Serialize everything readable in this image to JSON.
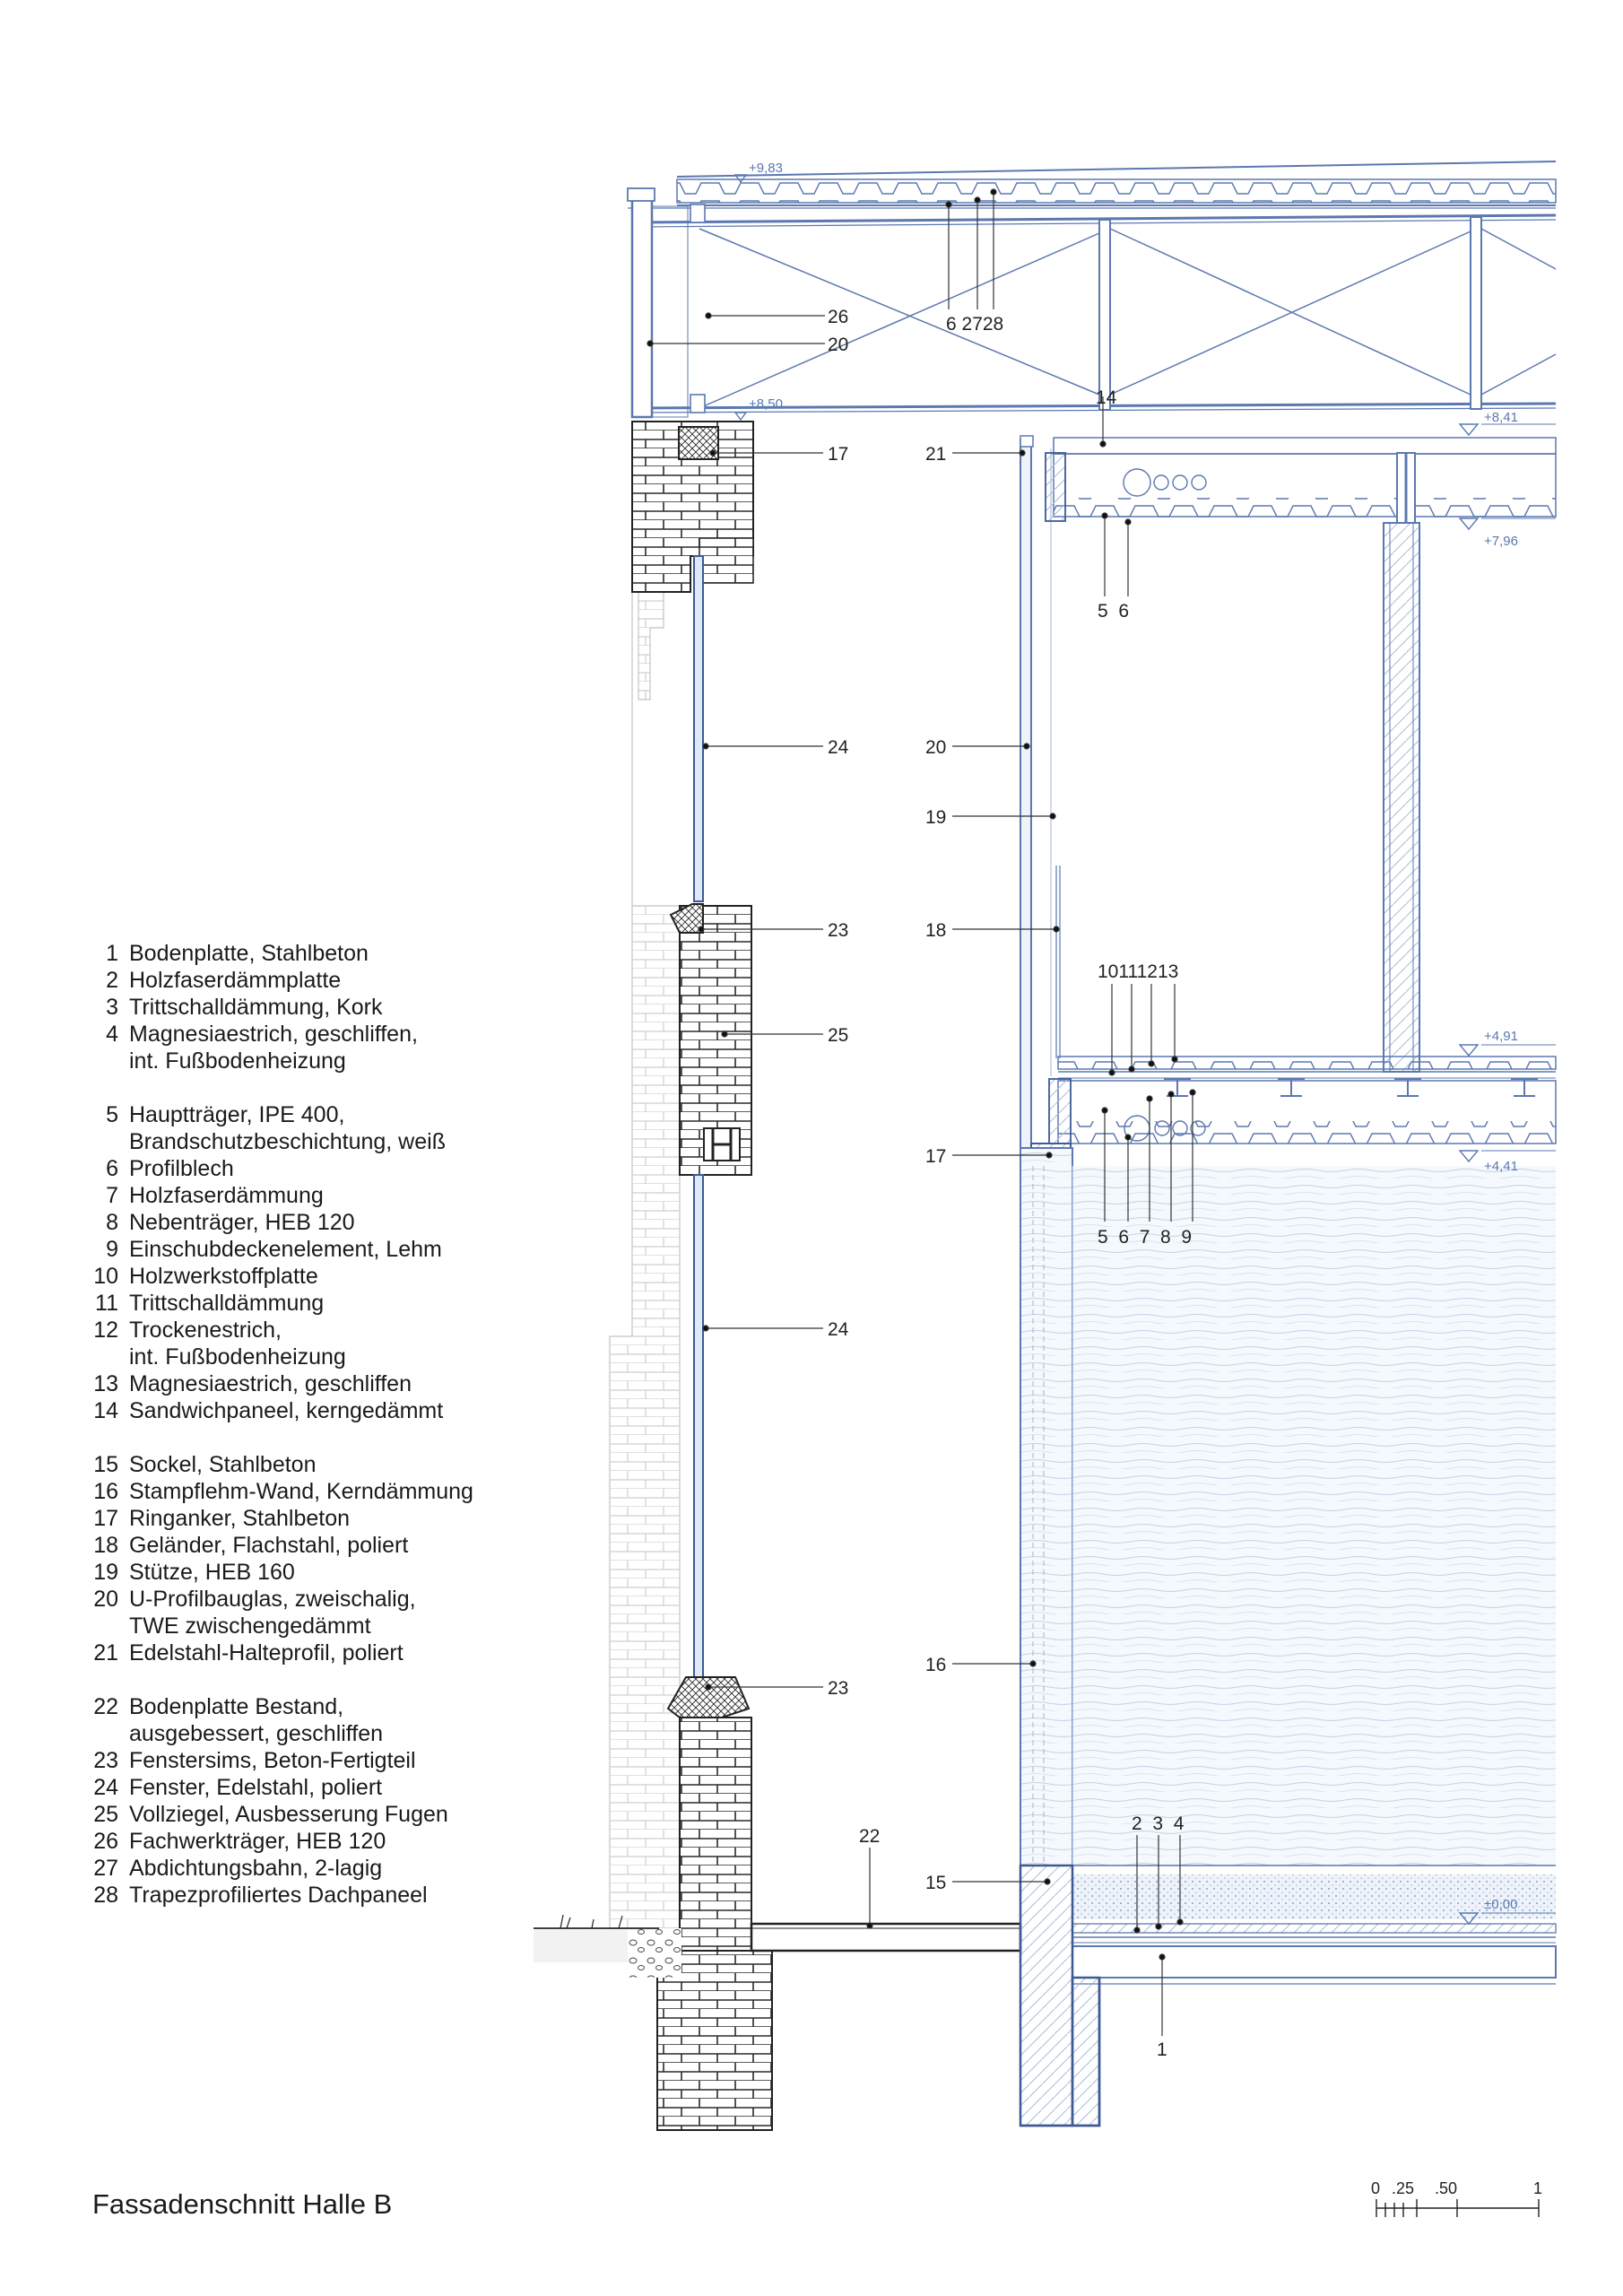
{
  "drawing_title": "Fassadenschnitt Halle B",
  "levels": {
    "roof_top": "+9,83",
    "truss_bottom_left": "+8,50",
    "truss_bottom_right": "+8,41",
    "gallery_ceiling": "+7,96",
    "gallery_floor": "+4,91",
    "gallery_under": "+4,41",
    "ground_floor": "±0,00"
  },
  "callouts": {
    "roof_26": "26",
    "roof_20": "20",
    "roof_multi": "6 2728",
    "roof_14": "14",
    "left_17": "17",
    "left_24a": "24",
    "left_23a": "23",
    "left_25": "25",
    "left_24b": "24",
    "left_23b": "23",
    "mid_22": "22",
    "mid_21": "21",
    "mid_20": "20",
    "mid_19": "19",
    "mid_18": "18",
    "mid_17": "17",
    "mid_16": "16",
    "mid_15": "15",
    "upper_5_6": "5  6",
    "gallery_multi": "10111213",
    "gallery_under_multi": "5  6  7  8  9",
    "floor_multi": "2  3  4",
    "floor_1": "1"
  },
  "scale_bar": {
    "t0": "0",
    "t25": ".25",
    "t50": ".50",
    "t1": "1"
  },
  "legend": [
    {
      "items": [
        {
          "num": "1",
          "lines": [
            "Bodenplatte, Stahlbeton"
          ]
        },
        {
          "num": "2",
          "lines": [
            "Holzfaserdämmplatte"
          ]
        },
        {
          "num": "3",
          "lines": [
            "Trittschalldämmung, Kork"
          ]
        },
        {
          "num": "4",
          "lines": [
            "Magnesiaestrich, geschliffen,",
            "int. Fußbodenheizung"
          ]
        }
      ]
    },
    {
      "items": [
        {
          "num": "5",
          "lines": [
            "Hauptträger, IPE 400,",
            "Brandschutzbeschichtung, weiß"
          ]
        },
        {
          "num": "6",
          "lines": [
            "Profilblech"
          ]
        },
        {
          "num": "7",
          "lines": [
            "Holzfaserdämmung"
          ]
        },
        {
          "num": "8",
          "lines": [
            "Nebenträger, HEB 120"
          ]
        },
        {
          "num": "9",
          "lines": [
            "Einschubdeckenelement, Lehm"
          ]
        },
        {
          "num": "10",
          "lines": [
            "Holzwerkstoffplatte"
          ]
        },
        {
          "num": "11",
          "lines": [
            "Trittschalldämmung"
          ]
        },
        {
          "num": "12",
          "lines": [
            "Trockenestrich,",
            "int. Fußbodenheizung"
          ]
        },
        {
          "num": "13",
          "lines": [
            "Magnesiaestrich, geschliffen"
          ]
        },
        {
          "num": "14",
          "lines": [
            "Sandwichpaneel, kerngedämmt"
          ]
        }
      ]
    },
    {
      "items": [
        {
          "num": "15",
          "lines": [
            "Sockel, Stahlbeton"
          ]
        },
        {
          "num": "16",
          "lines": [
            "Stampflehm-Wand, Kerndämmung"
          ]
        },
        {
          "num": "17",
          "lines": [
            "Ringanker, Stahlbeton"
          ]
        },
        {
          "num": "18",
          "lines": [
            "Geländer, Flachstahl, poliert"
          ]
        },
        {
          "num": "19",
          "lines": [
            "Stütze, HEB 160"
          ]
        },
        {
          "num": "20",
          "lines": [
            "U-Profilbauglas, zweischalig,",
            "TWE zwischengedämmt"
          ]
        },
        {
          "num": "21",
          "lines": [
            "Edelstahl-Halteprofil, poliert"
          ]
        }
      ]
    },
    {
      "items": [
        {
          "num": "22",
          "lines": [
            "Bodenplatte Bestand,",
            "ausgebessert, geschliffen"
          ]
        },
        {
          "num": "23",
          "lines": [
            "Fenstersims, Beton-Fertigteil"
          ]
        },
        {
          "num": "24",
          "lines": [
            "Fenster, Edelstahl, poliert"
          ]
        },
        {
          "num": "25",
          "lines": [
            "Vollziegel, Ausbesserung Fugen"
          ]
        },
        {
          "num": "26",
          "lines": [
            "Fachwerkträger, HEB 120"
          ]
        },
        {
          "num": "27",
          "lines": [
            "Abdichtungsbahn, 2-lagig"
          ]
        },
        {
          "num": "28",
          "lines": [
            "Trapezprofiliertes Dachpaneel"
          ]
        }
      ]
    }
  ],
  "colors": {
    "structure": "#5b78b0",
    "hatch": "#9fb6d8",
    "ink": "#1a1a1a",
    "brick_pale": "#c9c9c9"
  }
}
